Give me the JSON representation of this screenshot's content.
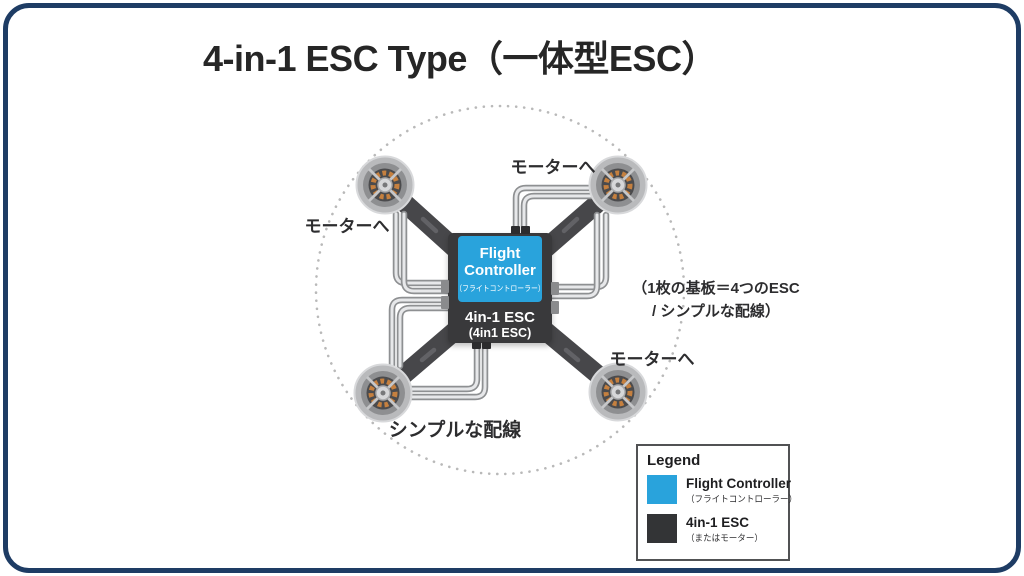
{
  "title": "4-in-1 ESC Type（一体型ESC）",
  "colors": {
    "accent_blue": "#29a3dc",
    "board_dark": "#39393b",
    "legend_dark": "#333436",
    "frame_navy": "#1e3c64",
    "wire_gray": "#8e9092",
    "dotted_circle": "#b9b9b9"
  },
  "center_board": {
    "fc_line1": "Flight",
    "fc_line2": "Controller",
    "fc_sub": "（フライトコントローラー）",
    "esc_label": "4in-1 ESC",
    "esc_sub": "(4in1 ESC)"
  },
  "labels": {
    "motor_top": "モーターへ",
    "motor_left": "モーターへ",
    "motor_bottom_right": "モーターへ",
    "simple_wiring": "シンプルな配線",
    "annotation_line1": "（1枚の基板＝4つのESC",
    "annotation_line2": "/ シンプルな配線）"
  },
  "legend": {
    "title": "Legend",
    "items": [
      {
        "label": "Flight Controller",
        "sub": "（フライトコントローラー）",
        "color": "#29a3dc"
      },
      {
        "label": "4in-1 ESC",
        "sub": "（またはモーター）",
        "color": "#333436"
      }
    ]
  }
}
